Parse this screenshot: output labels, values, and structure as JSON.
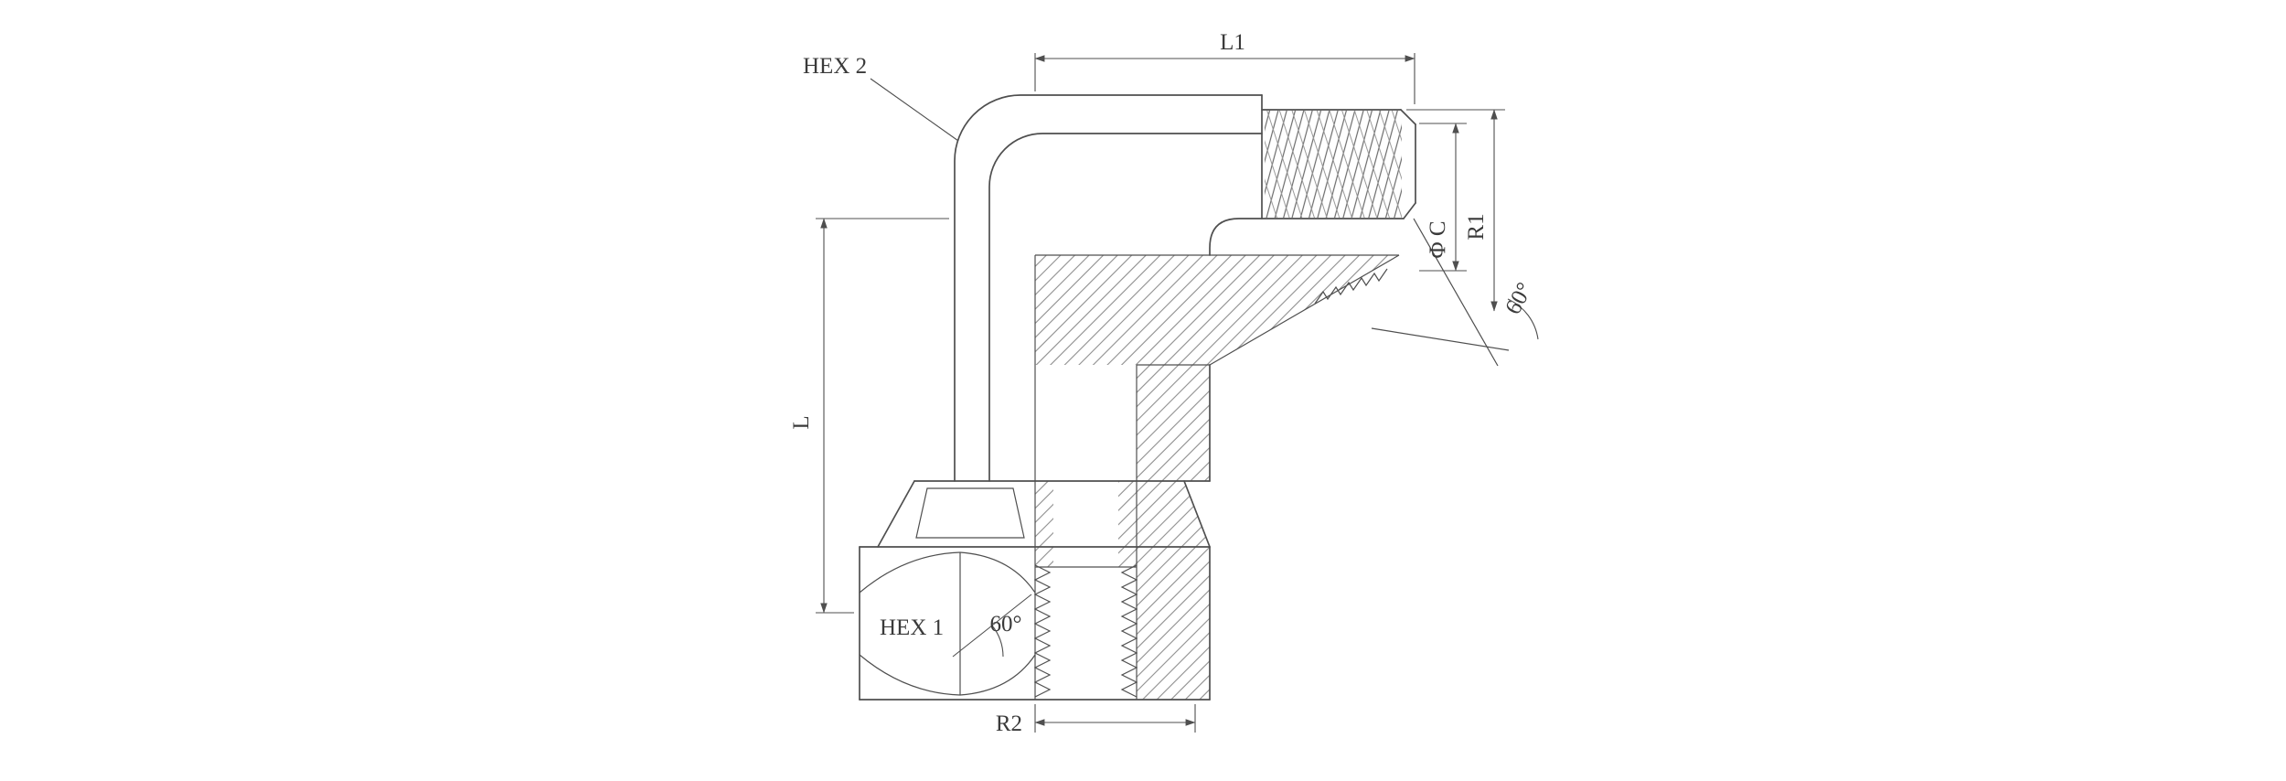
{
  "page": {
    "background_color": "#ffffff"
  },
  "drawing": {
    "type": "engineering-drawing",
    "subject": "90-degree elbow adapter, male stud with 60-degree cone and female swivel nut, part section view",
    "line_color": "#4f4f4f",
    "labels": {
      "hex2": "HEX 2",
      "l1": "L1",
      "l": "L",
      "hex1": "HEX 1",
      "seat_angle": "60°",
      "r2": "R2",
      "phi_c": "Φ C",
      "r1": "R1",
      "cone_angle": "60°"
    }
  }
}
